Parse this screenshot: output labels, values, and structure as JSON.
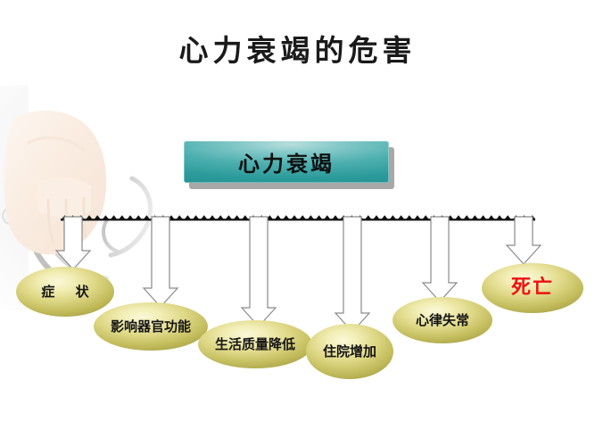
{
  "slide": {
    "title": "心力衰竭的危害",
    "background_color": "#ffffff"
  },
  "central_node": {
    "label": "心力衰竭",
    "fill_color": "#2b9a9a",
    "shadow_color": "#a8a8a8"
  },
  "divider": {
    "name": "spiked-horizontal-rule",
    "color": "#111111"
  },
  "photo": {
    "name": "hand-holding-stethoscope-photo",
    "description": "faded photograph of a hand holding a stethoscope"
  },
  "outcomes": [
    {
      "label": "症 状",
      "color": "#151515",
      "arrow_length": 62
    },
    {
      "label": "影响器官功能",
      "color": "#151515",
      "arrow_length": 104
    },
    {
      "label": "生活质量降低",
      "color": "#151515",
      "arrow_length": 126
    },
    {
      "label": "住院增加",
      "color": "#151515",
      "arrow_length": 132
    },
    {
      "label": "心律失常",
      "color": "#151515",
      "arrow_length": 98
    },
    {
      "label": "死亡",
      "color": "#ee1111",
      "arrow_length": 56
    }
  ],
  "colors": {
    "ellipse_center": "#fbf8d8",
    "ellipse_edge": "#a8a244",
    "banner_teal": "#2b9a9a",
    "death_red": "#ee1111",
    "title_text": "#1a1a1a"
  }
}
